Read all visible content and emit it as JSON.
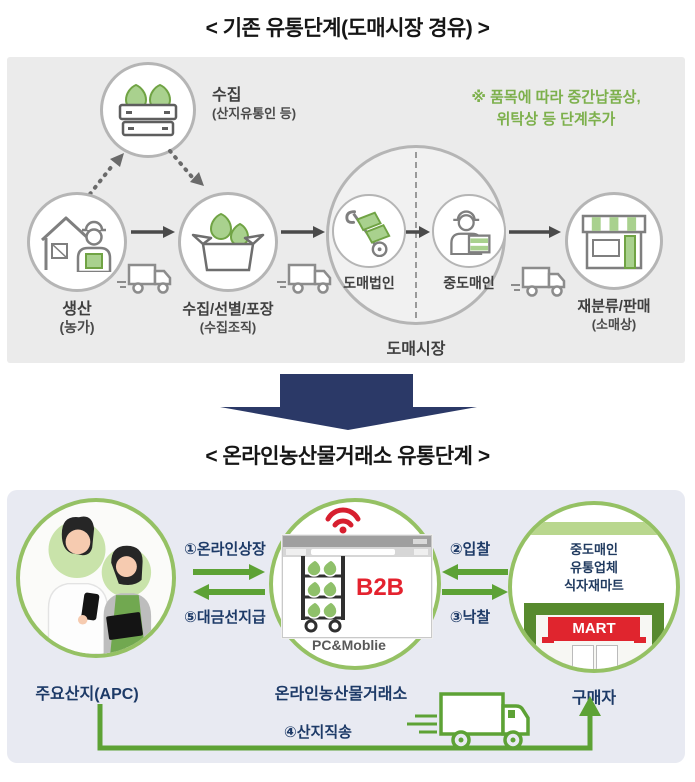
{
  "titles": {
    "top": "< 기존 유통단계(도매시장 경유) >",
    "bottom": "< 온라인농산물거래소 유통단계 >"
  },
  "top_diagram": {
    "note": [
      "※ 품목에 따라 중간납품상,",
      "위탁상 등 단계추가"
    ],
    "collection": {
      "label": "수집",
      "sub": "(산지유통인 등)"
    },
    "production": {
      "label": "생산",
      "sub": "(농가)"
    },
    "packing": {
      "label": "수집/선별/포장",
      "sub": "(수집조직)"
    },
    "wholesale_corp_label": "도매법인",
    "intermediary_label": "중도매인",
    "wholesale_market_label": "도매시장",
    "retail": {
      "label": "재분류/판매",
      "sub": "(소매상)"
    }
  },
  "bottom_diagram": {
    "producer_label": "주요산지(APC)",
    "exchange_label": "온라인농산물거래소",
    "buyer_label": "구매자",
    "device_label": "PC&Moblie",
    "b2b_badge": "B2B",
    "mart_sign": "MART",
    "buyer_building": [
      "중도매인",
      "유통업체",
      "식자재마트"
    ],
    "flows": {
      "listing": "①온라인상장",
      "prepayment": "⑤대금선지급",
      "bidding": "②입찰",
      "award": "③낙찰",
      "direct_shipping": "④산지직송"
    }
  },
  "colors": {
    "green_arrow": "#5da235",
    "ring_green": "#95c164",
    "navy": "#1d3a67",
    "red": "#e0252e",
    "note_green": "#7db04c",
    "panel_gray": "#ebebeb",
    "panel_lavender": "#e8eaf2"
  }
}
